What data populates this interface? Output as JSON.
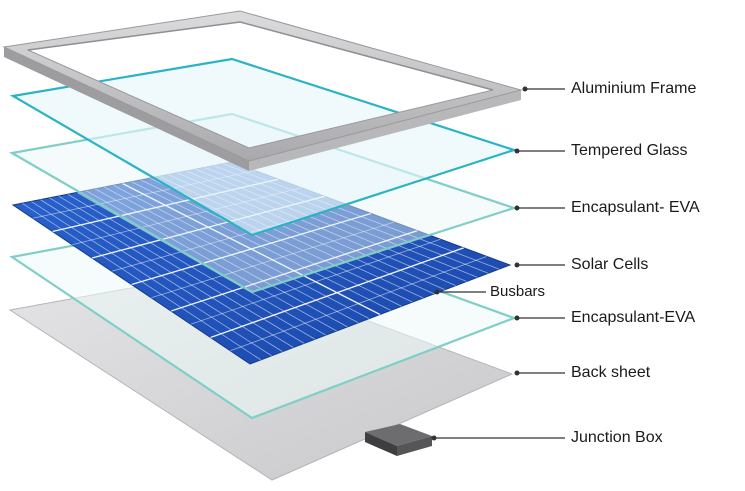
{
  "labels": {
    "aluminium_frame": "Aluminium Frame",
    "tempered_glass": "Tempered Glass",
    "encapsulant_top": "Encapsulant- EVA",
    "solar_cells": "Solar Cells",
    "busbars": "Busbars",
    "encapsulant_bottom": "Encapsulant-EVA",
    "back_sheet": "Back sheet",
    "junction_box": "Junction Box"
  },
  "colors": {
    "frame": "#c9c9cb",
    "frame_edge": "#9a9a9d",
    "glass_edge": "#2ab3c4",
    "glass_fill": "#e6f6fb",
    "eva_edge": "#7fcfc8",
    "cell_blue": "#1f56c2",
    "cell_dark": "#173f98",
    "backsheet": "#d6d6d8",
    "junction_box": "#4a4a4a"
  }
}
